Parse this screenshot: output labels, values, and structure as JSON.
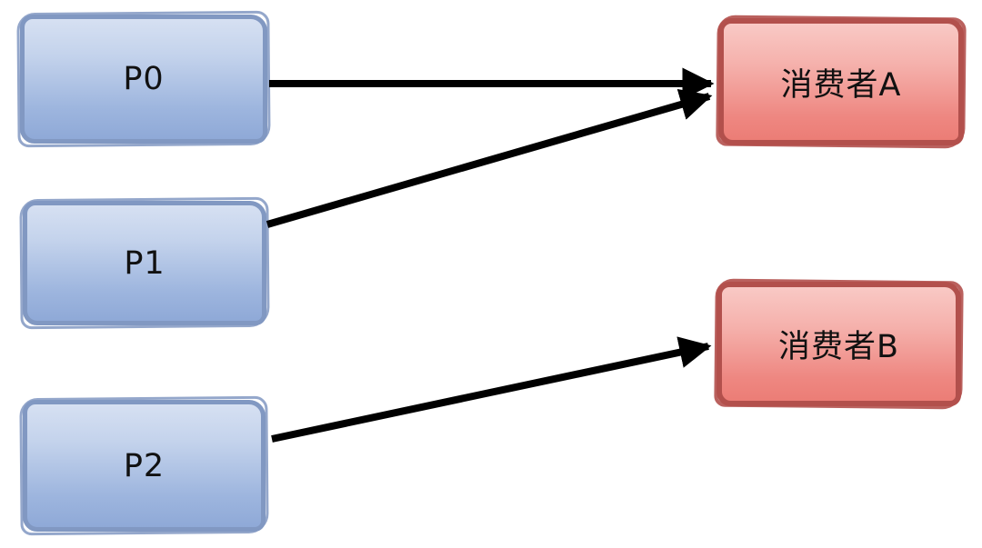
{
  "diagram": {
    "description": "Partitions to consumers assignment diagram",
    "nodes": {
      "p0": {
        "label": "P0",
        "role": "partition"
      },
      "p1": {
        "label": "P1",
        "role": "partition"
      },
      "p2": {
        "label": "P2",
        "role": "partition"
      },
      "consumer_a": {
        "label": "消费者A",
        "role": "consumer"
      },
      "consumer_b": {
        "label": "消费者B",
        "role": "consumer"
      }
    },
    "edges": [
      {
        "from": "P0",
        "to": "消费者A"
      },
      {
        "from": "P1",
        "to": "消费者A"
      },
      {
        "from": "P2",
        "to": "消费者B"
      }
    ],
    "colors": {
      "background": "#ffffff",
      "partition_fill_top": "#d6e0f2",
      "partition_fill_bottom": "#8fa9d7",
      "partition_border": "#8198c2",
      "consumer_fill_top": "#f9c9c5",
      "consumer_fill_bottom": "#ec7d76",
      "consumer_border": "#b2504c",
      "arrow": "#000000",
      "text": "#111111"
    }
  }
}
